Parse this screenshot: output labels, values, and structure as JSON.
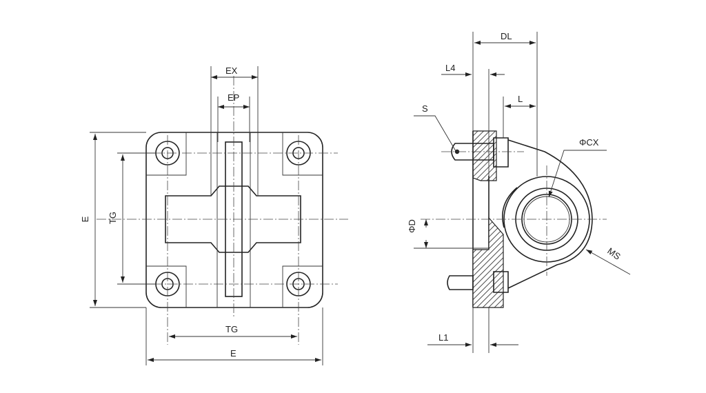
{
  "labels": {
    "front": {
      "ex": "EX",
      "ep": "EP",
      "e_vertical": "E",
      "tg_vertical": "TG",
      "tg_horizontal": "TG",
      "e_horizontal": "E"
    },
    "side": {
      "dl": "DL",
      "l4": "L4",
      "l": "L",
      "s": "S",
      "cx": "ΦCX",
      "d": "ΦD",
      "ms": "MS",
      "l1": "L1"
    }
  }
}
